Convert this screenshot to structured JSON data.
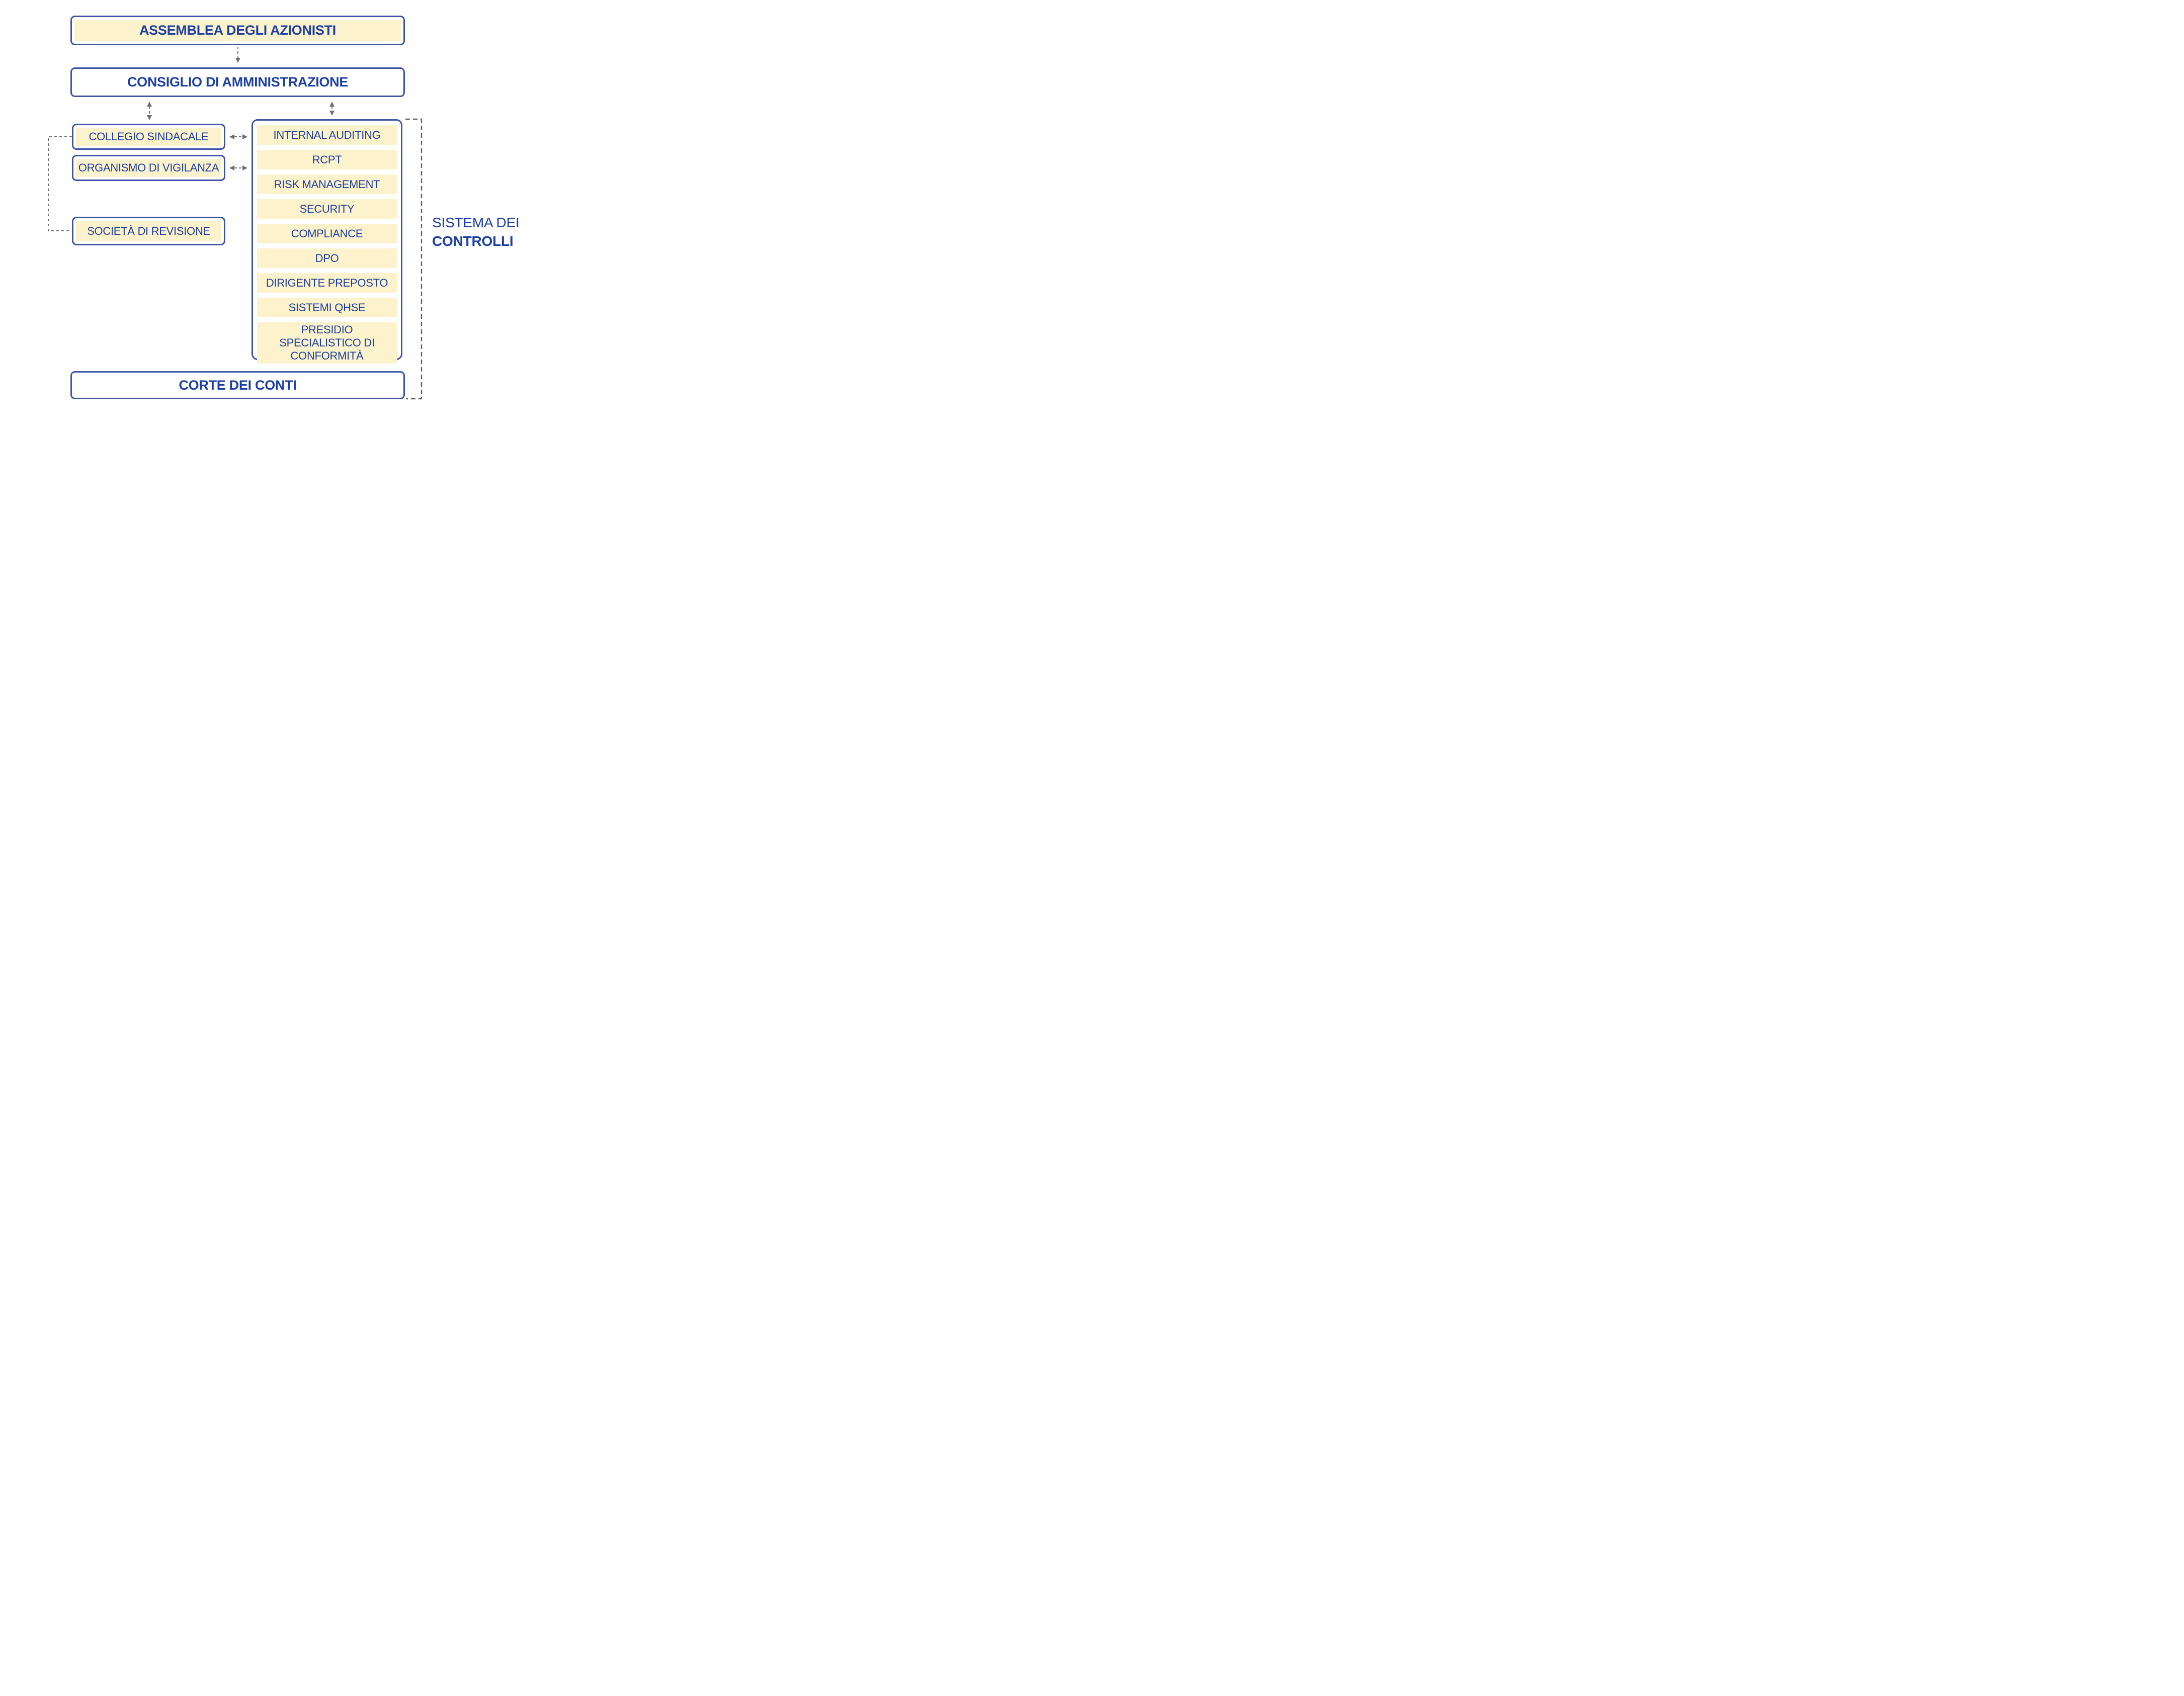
{
  "colors": {
    "background": "#FFFFFF",
    "box_border_blue": "#3E54A5",
    "box_fill_yellow": "#FCF3CC",
    "text_blue": "#1C3FA6",
    "connector_gray": "#6E6E6E"
  },
  "nodes": {
    "assemblea": "ASSEMBLEA DEGLI AZIONISTI",
    "consiglio": "CONSIGLIO DI AMMINISTRAZIONE",
    "collegio_sindacale": "COLLEGIO SINDACALE",
    "organismo_vigilanza": "ORGANISMO DI VIGILANZA",
    "societa_revisione": "SOCIETÀ DI REVISIONE",
    "corte_conti": "CORTE DEI CONTI"
  },
  "controls_system": {
    "label_line1": "SISTEMA DEI",
    "label_line2": "CONTROLLI",
    "items": [
      "INTERNAL AUDITING",
      "RCPT",
      "RISK MANAGEMENT",
      "SECURITY",
      "COMPLIANCE",
      "DPO",
      "DIRIGENTE PREPOSTO",
      "SISTEMI QHSE",
      "PRESIDIO SPECIALISTICO DI CONFORMITÀ"
    ]
  }
}
